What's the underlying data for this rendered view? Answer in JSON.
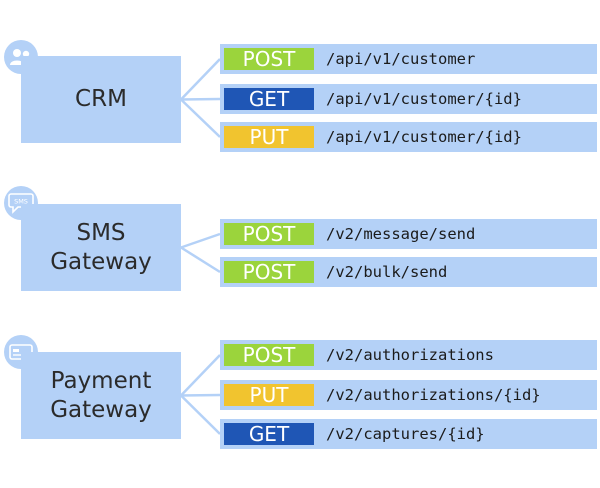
{
  "colors": {
    "box": "#b4d1f7",
    "connector": "#b4d1f7",
    "POST": "#9bd43c",
    "GET": "#1f56b5",
    "PUT": "#f1c42f"
  },
  "services": [
    {
      "name_lines": [
        "CRM"
      ],
      "icon": "users-icon",
      "endpoints": [
        {
          "method": "POST",
          "path": "/api/v1/customer"
        },
        {
          "method": "GET",
          "path": "/api/v1/customer/{id}"
        },
        {
          "method": "PUT",
          "path": "/api/v1/customer/{id}"
        }
      ]
    },
    {
      "name_lines": [
        "SMS",
        "Gateway"
      ],
      "icon": "sms-icon",
      "icon_text": "SMS",
      "endpoints": [
        {
          "method": "POST",
          "path": "/v2/message/send"
        },
        {
          "method": "POST",
          "path": "/v2/bulk/send"
        }
      ]
    },
    {
      "name_lines": [
        "Payment",
        "Gateway"
      ],
      "icon": "credit-card-icon",
      "endpoints": [
        {
          "method": "POST",
          "path": "/v2/authorizations"
        },
        {
          "method": "PUT",
          "path": "/v2/authorizations/{id}"
        },
        {
          "method": "GET",
          "path": "/v2/captures/{id}"
        }
      ]
    }
  ]
}
